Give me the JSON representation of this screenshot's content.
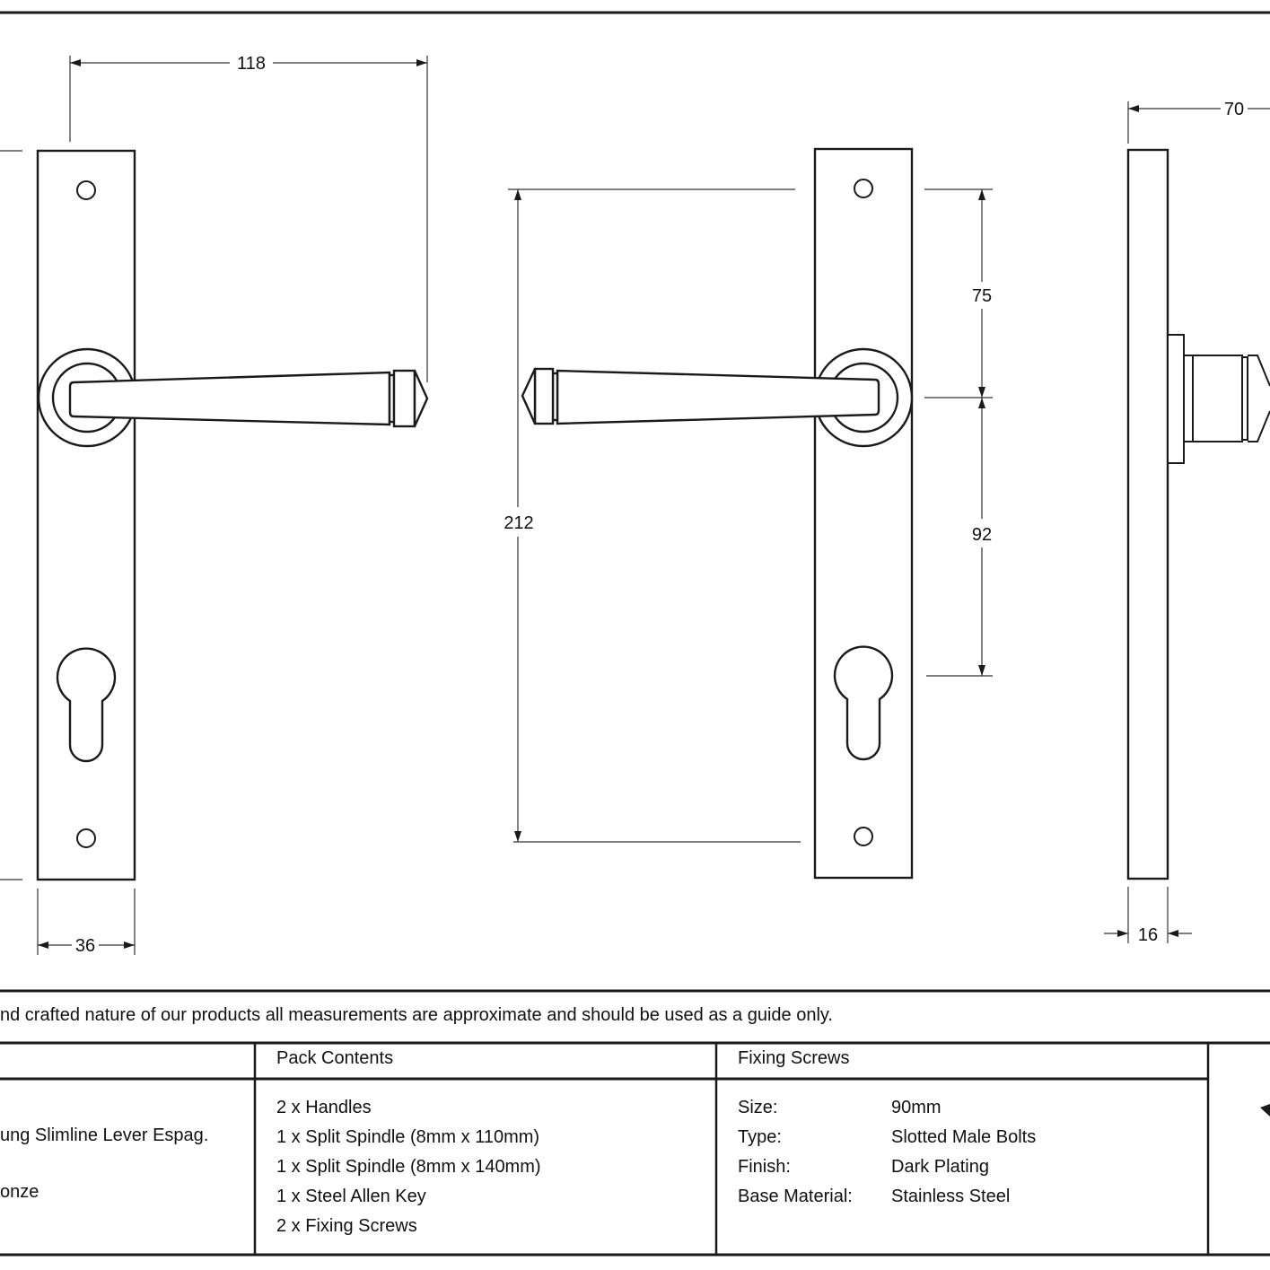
{
  "dimensions": {
    "overall_lever_projection": "118",
    "backplate_width": "36",
    "fixing_centres_total": "212",
    "spindle_to_top_fixing": "75",
    "spindle_to_cylinder": "92",
    "side_projection": "70",
    "backplate_depth": "16"
  },
  "disclaimer": "nd crafted nature of our products all measurements are approximate and should be used as a guide only.",
  "product_column": {
    "line_1": "ung Slimline Lever Espag.",
    "line_2": "onze"
  },
  "pack_contents": {
    "heading": "Pack Contents",
    "items": [
      "2 x Handles",
      "1 x Split Spindle (8mm x 110mm)",
      "1 x Split Spindle (8mm x 140mm)",
      "1 x Steel Allen Key",
      "2 x Fixing Screws"
    ]
  },
  "fixing_screws": {
    "heading": "Fixing Screws",
    "rows": [
      {
        "key": "Size:",
        "value": "90mm"
      },
      {
        "key": "Type:",
        "value": "Slotted Male Bolts"
      },
      {
        "key": "Finish:",
        "value": "Dark Plating"
      },
      {
        "key": "Base Material:",
        "value": "Stainless Steel"
      }
    ]
  },
  "colors": {
    "line": "#1a1a1a",
    "background": "#ffffff"
  }
}
